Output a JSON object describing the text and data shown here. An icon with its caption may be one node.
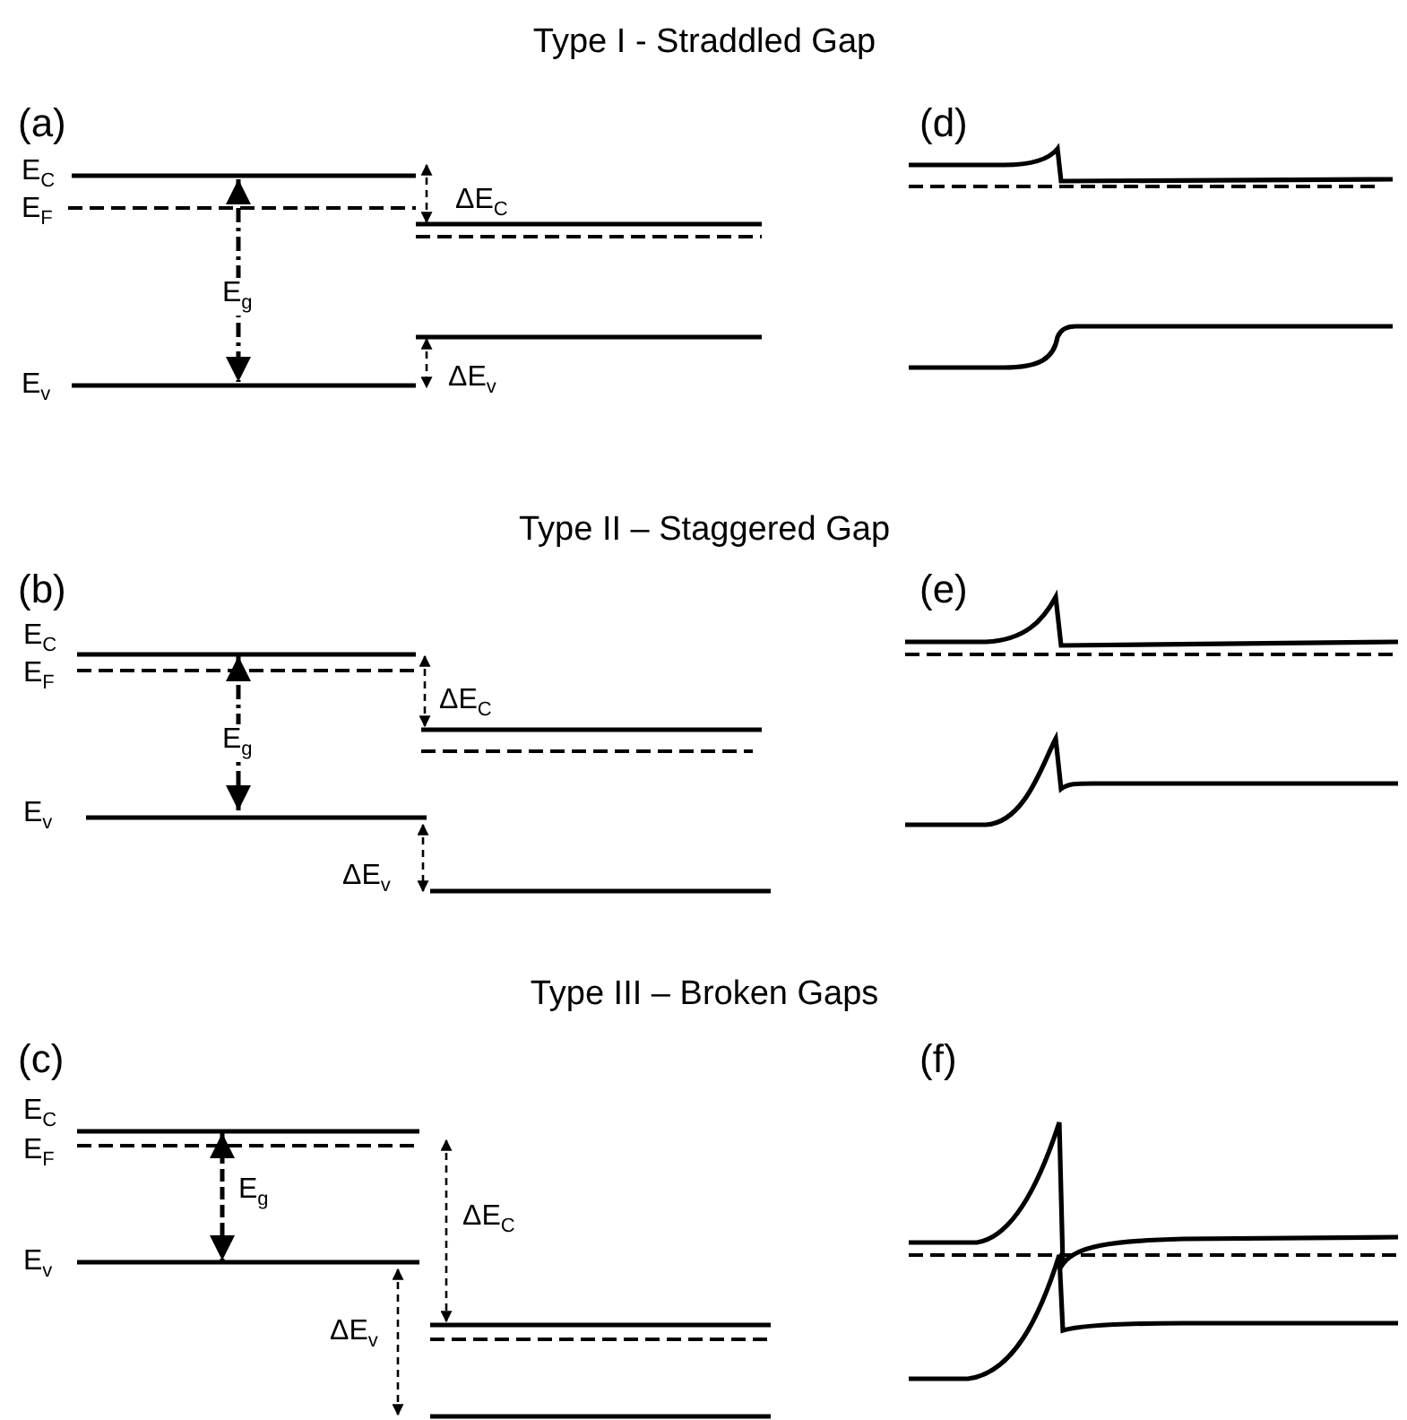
{
  "diagram": {
    "labels": [
      "Type I  - Straddled Gap",
      "(a)",
      "(d)",
      "E$_{C}$",
      "E$_{F}$",
      "ΔE$_{C}$",
      "E$_{g}$",
      "E$_{v}$",
      "ΔE$_{v}$",
      "Type II – Staggered Gap",
      "(b)",
      "(e)",
      "E$_{C}$",
      "E$_{F}$",
      "E$_{g}$",
      "ΔE$_{C}$",
      "E$_{v}$",
      "ΔE$_{v}$",
      "Type III – Broken Gaps",
      "(c)",
      "(f)",
      "E$_{C}$",
      "E$_{F}$",
      "E$_{g}$",
      "ΔE$_{C}$",
      "E$_{v}$",
      "ΔE$_{v}$"
    ]
  }
}
